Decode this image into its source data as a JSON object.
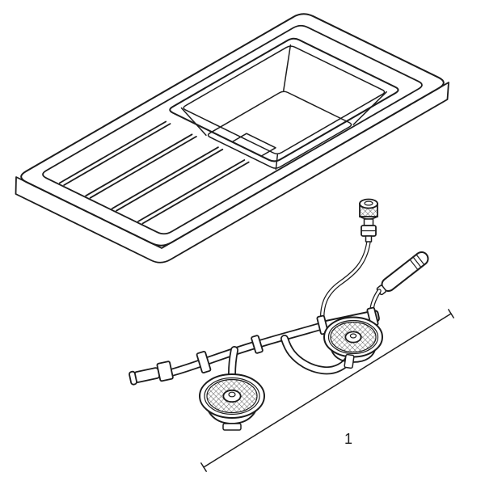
{
  "colors": {
    "background": "#ffffff",
    "line": "#1c1c1c"
  },
  "illustration": {
    "kind": "technical-line-drawing",
    "parts": [
      "kitchen-sink-with-drainboard",
      "sink-bowl",
      "drainboard-grooves",
      "bowl-drain",
      "pull-knob",
      "overflow-control-cable",
      "remote-handle",
      "waste-distributor-pipe",
      "basket-strainer-right",
      "basket-strainer-left",
      "waste-trap-cup",
      "hose-connector"
    ]
  },
  "callout": {
    "label": "1"
  }
}
